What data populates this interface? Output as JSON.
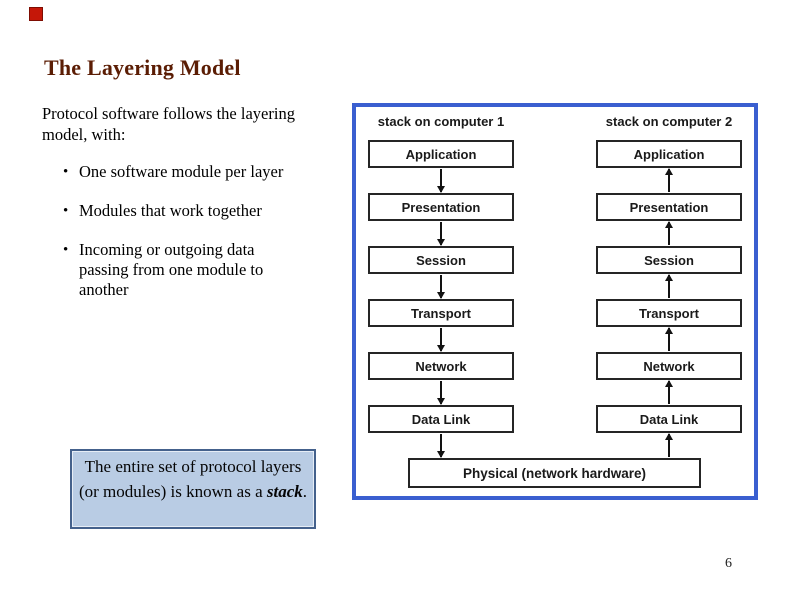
{
  "slide": {
    "title": "The Layering Model",
    "intro": "Protocol software follows the layering model, with:",
    "bullet_marker": "•",
    "bullets": [
      "One software module per layer",
      "Modules that work together",
      "Incoming or outgoing data passing from one module to another"
    ],
    "note": {
      "prefix": "The entire set of protocol layers (or modules) is known as a ",
      "emphasis": "stack",
      "suffix": "."
    },
    "page_number": "6"
  },
  "diagram": {
    "left_stack_header": "stack on computer 1",
    "right_stack_header": "stack on computer 2",
    "layers": [
      "Application",
      "Presentation",
      "Session",
      "Transport",
      "Network",
      "Data Link"
    ],
    "left_arrow_direction": "down",
    "right_arrow_direction": "up",
    "physical_label": "Physical (network hardware)"
  },
  "colors": {
    "title_text": "#5b1d04",
    "diagram_frame": "#3a5fd0",
    "note_fill": "#b9cce4",
    "note_border": "#44618c",
    "accent_square": "#c51708",
    "box_border": "#252525"
  }
}
